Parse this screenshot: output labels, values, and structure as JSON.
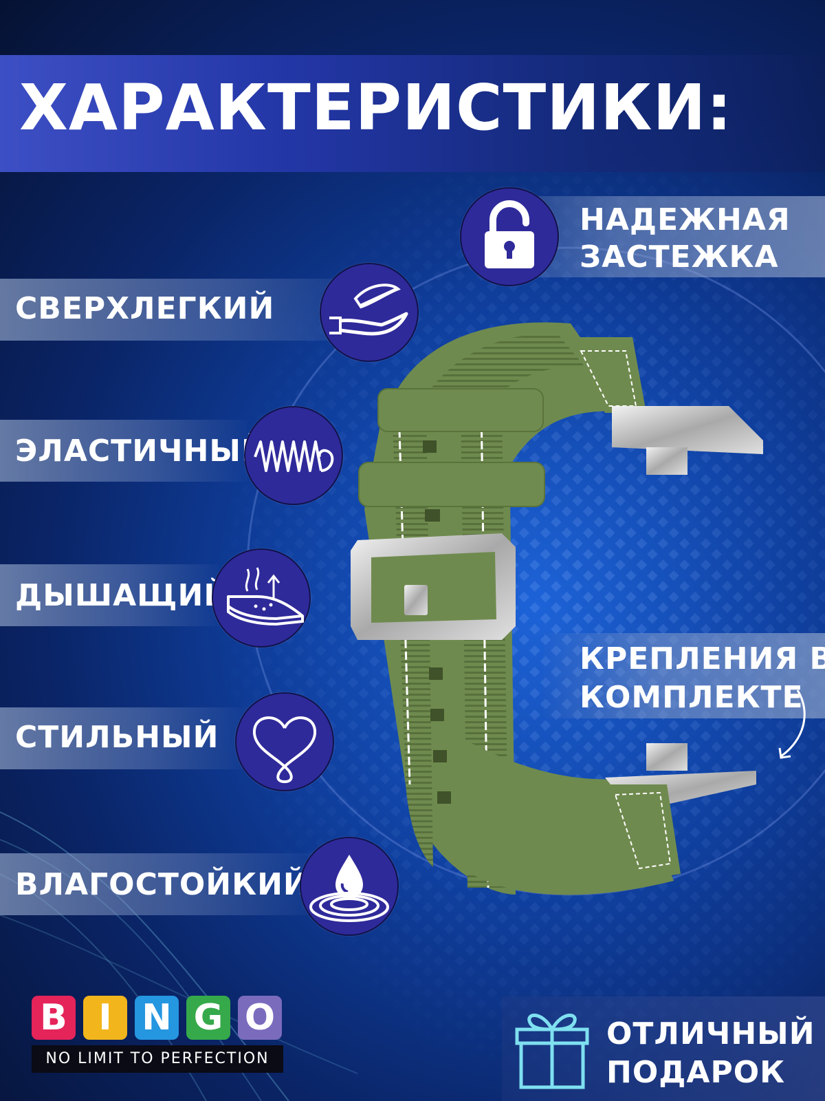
{
  "title": "ХАРАКТЕРИСТИКИ:",
  "features_left": [
    {
      "label": "СВЕРХЛЕГКИЙ",
      "icon": "hand-feather-icon"
    },
    {
      "label": "ЭЛАСТИЧНЫЙ",
      "icon": "spring-icon"
    },
    {
      "label": "ДЫШАЩИЙ",
      "icon": "breathable-fabric-icon"
    },
    {
      "label": "СТИЛЬНЫЙ",
      "icon": "heart-icon"
    },
    {
      "label": "ВЛАГОСТОЙКИЙ",
      "icon": "water-drop-icon"
    }
  ],
  "feature_clasp": {
    "line1": "НАДЕЖНАЯ",
    "line2": "ЗАСТЕЖКА",
    "icon": "padlock-icon"
  },
  "mounts": {
    "line1": "КРЕПЛЕНИЯ В",
    "line2": "КОМПЛЕКТЕ"
  },
  "gift": {
    "line1": "ОТЛИЧНЫЙ",
    "line2": "ПОДАРОК",
    "icon": "gift-icon"
  },
  "brand": {
    "letters": [
      "B",
      "I",
      "N",
      "G",
      "O"
    ],
    "tagline": "NO LIMIT TO PERFECTION",
    "colors": [
      "#e5245a",
      "#f2b51c",
      "#2596e0",
      "#36a94a",
      "#7b6bbd"
    ]
  },
  "colors": {
    "strap": "#6f8a4e",
    "icon_circle": "#2f2a9a",
    "background": "#0f3f9e"
  }
}
